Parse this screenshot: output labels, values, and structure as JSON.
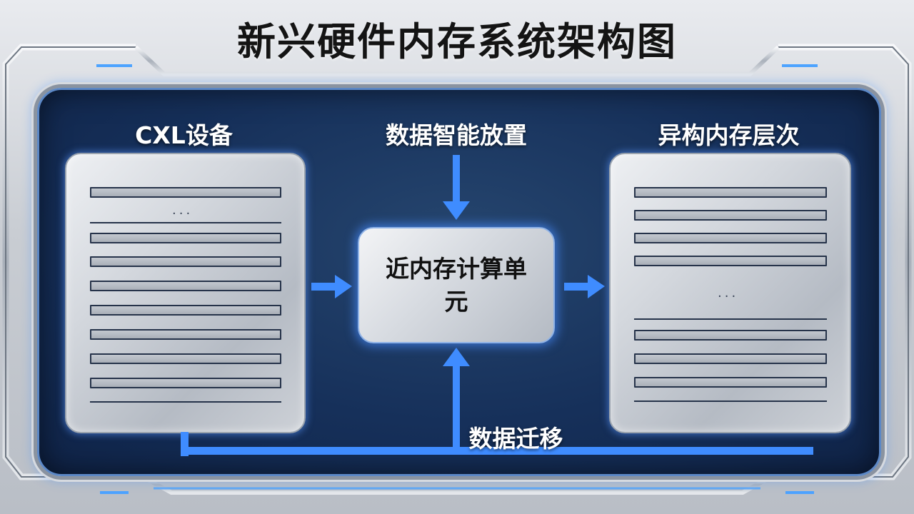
{
  "title": "新兴硬件内存系统架构图",
  "labels": {
    "cxl_devices": "CXL设备",
    "data_placement": "数据智能放置",
    "heterogeneous_memory": "异构内存层次",
    "data_migration": "数据迁移"
  },
  "center_node": {
    "label": "近内存计算单元"
  },
  "left_card": {
    "ellipsis": "···"
  },
  "right_card": {
    "ellipsis": "···"
  },
  "colors": {
    "panel": "#16305a",
    "arrow": "#3f8cff",
    "frame_glow": "#4da3ff",
    "card_line": "#26334a"
  },
  "icons": [
    "arrow-right-icon",
    "arrow-down-icon",
    "arrow-up-icon"
  ]
}
